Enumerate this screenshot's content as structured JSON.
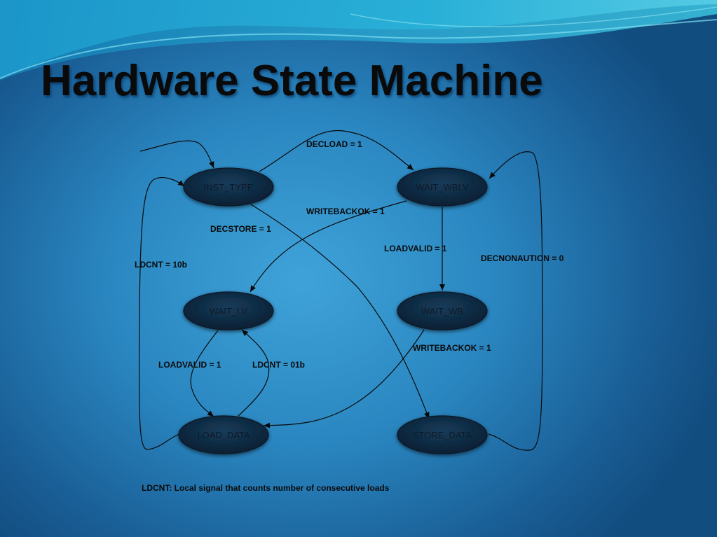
{
  "slide": {
    "title": "Hardware State Machine",
    "footnote": "LDCNT: Local signal that counts number of consecutive loads"
  },
  "states": {
    "inst_type": "INST_TYPE",
    "wait_wblv": "WAIT_WBLV",
    "wait_lv": "WAIT_LV",
    "wait_wb": "WAIT_WB",
    "load_data": "LOAD_DATA",
    "store_data": "STORE_DATA"
  },
  "transitions": {
    "decload": "DECLOAD = 1",
    "writebackok_top": "WRITEBACKOK = 1",
    "decstore": "DECSTORE = 1",
    "loadvalid_right": "LOADVALID = 1",
    "decnonaution": "DECNONAUTION = 0",
    "ldcnt_10b": "LDCNT = 10b",
    "writebackok_bottom": "WRITEBACKOK = 1",
    "loadvalid_left": "LOADVALID = 1",
    "ldcnt_01b": "LDCNT = 01b"
  },
  "colors": {
    "background": "#2a86c0",
    "state_fill": "#0f2a40",
    "arrow": "#0a0a0a",
    "wave": "#3cc3e0"
  }
}
